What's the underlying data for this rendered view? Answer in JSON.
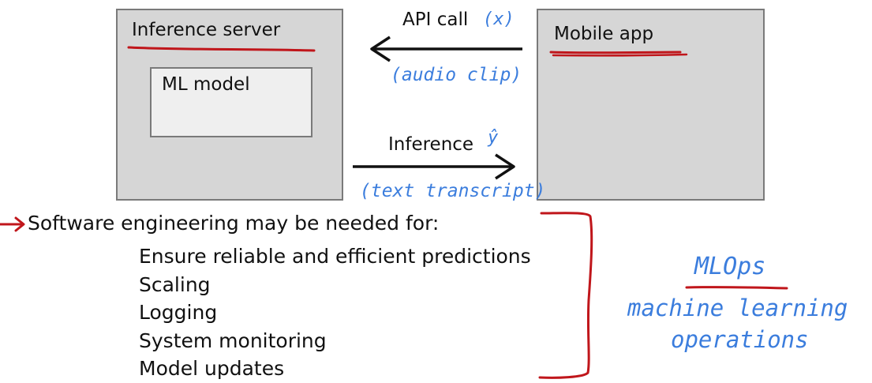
{
  "diagram": {
    "server": {
      "title": "Inference server",
      "model_label": "ML model"
    },
    "mobile": {
      "title": "Mobile app"
    },
    "request": {
      "label": "API call",
      "symbol": "(x)",
      "annotation": "(audio clip)"
    },
    "response": {
      "label": "Inference",
      "symbol": "ŷ",
      "annotation": "(text transcript)"
    }
  },
  "software_engineering": {
    "heading": "Software engineering may be needed for:",
    "items": [
      "Ensure reliable and efficient predictions",
      "Scaling",
      "Logging",
      "System monitoring",
      "Model updates"
    ]
  },
  "mlops": {
    "title": "MLOps",
    "line1": "machine learning",
    "line2": "operations"
  },
  "colors": {
    "box_fill": "#d6d6d6",
    "inner_box_fill": "#efefef",
    "box_border": "#7a7a7a",
    "handwriting_blue": "#3b7ddd",
    "marker_red": "#c0161b"
  }
}
